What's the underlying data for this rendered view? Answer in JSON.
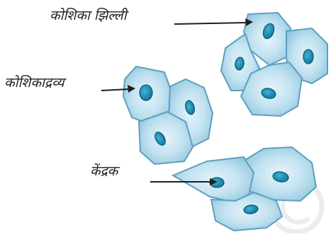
{
  "labels": {
    "membrane": "कोशिका झिल्ली",
    "cytoplasm": "कोशिकाद्रव्य",
    "nucleus": "केंद्रक"
  },
  "colors": {
    "cell_fill": "#a9d6ea",
    "cell_fill_light": "#d7eef8",
    "cell_outline": "#5f9fbf",
    "nucleus": "#1c8cb0",
    "nucleus_outline": "#0d5f7d",
    "speckle": "#7aa8bd",
    "arrow": "#231f20",
    "watermark": "#e3e3e3"
  }
}
